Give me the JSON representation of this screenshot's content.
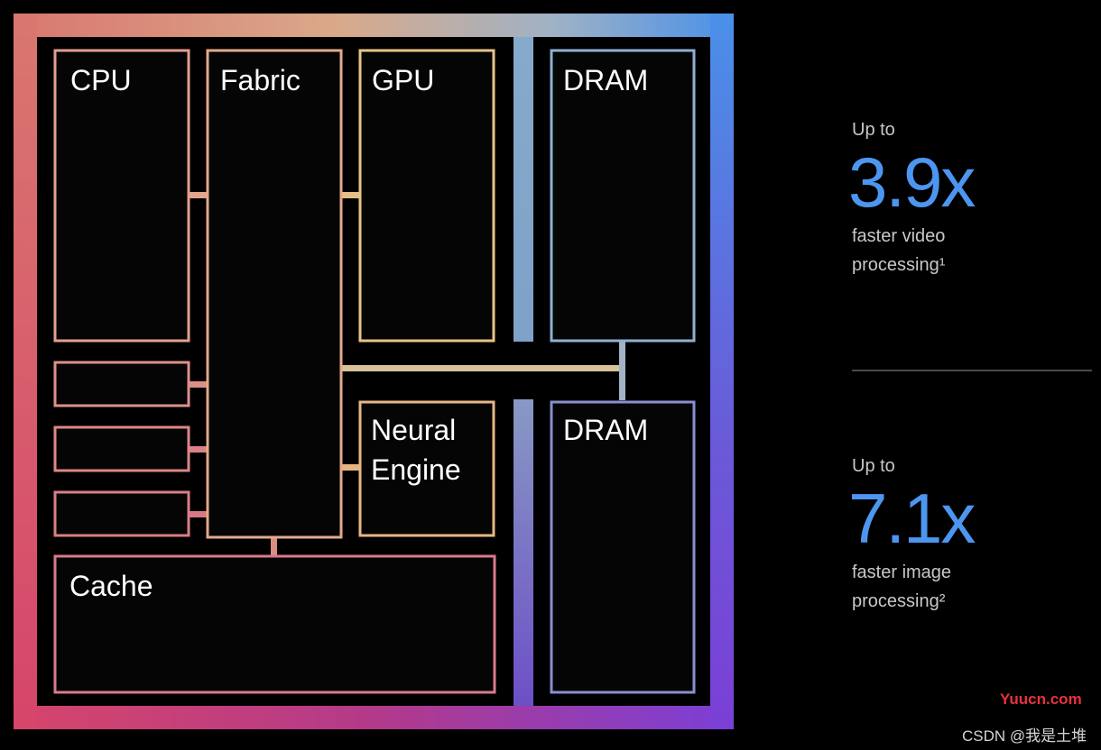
{
  "diagram": {
    "blocks": {
      "cpu": "CPU",
      "fabric": "Fabric",
      "gpu": "GPU",
      "neural_engine": [
        "Neural",
        "Engine"
      ],
      "cache": "Cache",
      "dram_top": "DRAM",
      "dram_bottom": "DRAM"
    },
    "gradient_colors": {
      "top_left": "#d9776f",
      "bottom_left": "#d6456a",
      "top_right": "#4a90e8",
      "bottom_right": "#7b3fd6",
      "warm_mid": "#e0b87e"
    }
  },
  "stats": [
    {
      "prefix": "Up to",
      "value": "3.9x",
      "desc_line1": "faster video",
      "desc_line2": "processing¹",
      "color": "#4d96f0"
    },
    {
      "prefix": "Up to",
      "value": "7.1x",
      "desc_line1": "faster image",
      "desc_line2": "processing²",
      "color": "#4d96f0"
    }
  ],
  "watermarks": {
    "site": "Yuucn.com",
    "site_color": "#e8323c",
    "csdn": "CSDN @我是土堆"
  }
}
